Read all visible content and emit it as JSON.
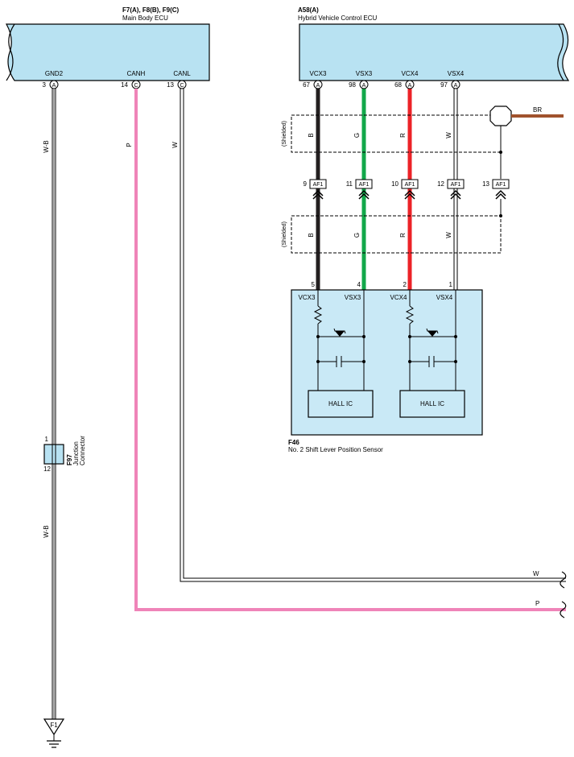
{
  "colors": {
    "ecu_fill": "#b8e2f2",
    "sensor_fill": "#c9e9f6",
    "wire_pink": "#ef84b8",
    "wire_black": "#231f20",
    "wire_green": "#12a84a",
    "wire_red": "#ec2227",
    "wire_brown": "#a0522d",
    "wire_white_outline": "#555555"
  },
  "main_ecu": {
    "connectors": "F7(A), F8(B), F9(C)",
    "name": "Main Body ECU",
    "pins": [
      {
        "label": "GND2",
        "num": "3",
        "conn": "A",
        "wire": "W-B"
      },
      {
        "label": "CANH",
        "num": "14",
        "conn": "C",
        "wire": "P"
      },
      {
        "label": "CANL",
        "num": "13",
        "conn": "C",
        "wire": "W"
      }
    ]
  },
  "hv_ecu": {
    "connector": "A58(A)",
    "name": "Hybrid Vehicle Control ECU",
    "pins": [
      {
        "label": "VCX3",
        "num": "67",
        "conn": "A"
      },
      {
        "label": "VSX3",
        "num": "98",
        "conn": "A"
      },
      {
        "label": "VCX4",
        "num": "68",
        "conn": "A"
      },
      {
        "label": "VSX4",
        "num": "97",
        "conn": "A"
      }
    ]
  },
  "upper_shield": {
    "label": "(Shielded)",
    "wires": [
      "B",
      "G",
      "R",
      "W"
    ],
    "ground_wire": "BR"
  },
  "af1": {
    "name": "AF1",
    "pins": [
      "9",
      "11",
      "10",
      "12",
      "13"
    ]
  },
  "lower_shield": {
    "label": "(Shielded)",
    "wires": [
      "B",
      "G",
      "R",
      "W"
    ]
  },
  "sensor": {
    "id": "F46",
    "name": "No. 2 Shift Lever Position Sensor",
    "pins": [
      {
        "num": "5",
        "label": "VCX3"
      },
      {
        "num": "4",
        "label": "VSX3"
      },
      {
        "num": "2",
        "label": "VCX4"
      },
      {
        "num": "1",
        "label": "VSX4"
      }
    ],
    "hall_ic": [
      "HALL IC",
      "HALL IC"
    ]
  },
  "junction": {
    "id": "F97",
    "name_line1": "Junction",
    "name_line2": "Connector",
    "pin_top": "1",
    "pin_bottom": "12",
    "wire_below": "W-B"
  },
  "ground": {
    "id": "F1"
  },
  "bus_lines": {
    "w_label": "W",
    "p_label": "P"
  }
}
